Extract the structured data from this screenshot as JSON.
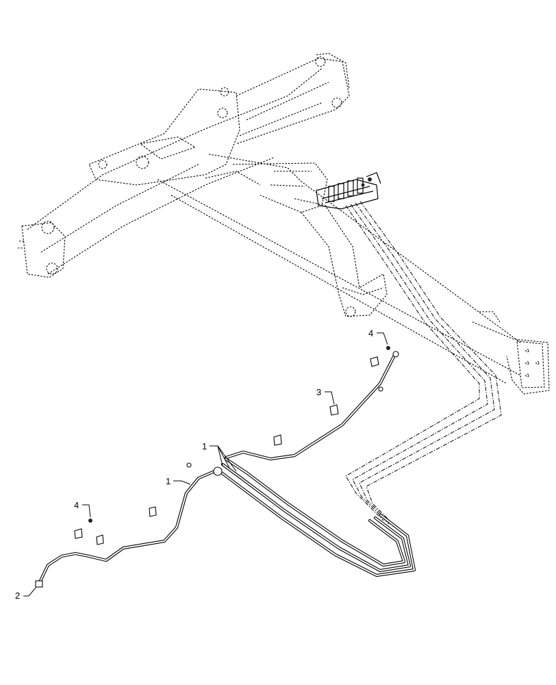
{
  "callouts": [
    {
      "label": "1"
    },
    {
      "label": "1"
    },
    {
      "label": "2"
    },
    {
      "label": "3"
    },
    {
      "label": "4"
    },
    {
      "label": "4"
    }
  ]
}
